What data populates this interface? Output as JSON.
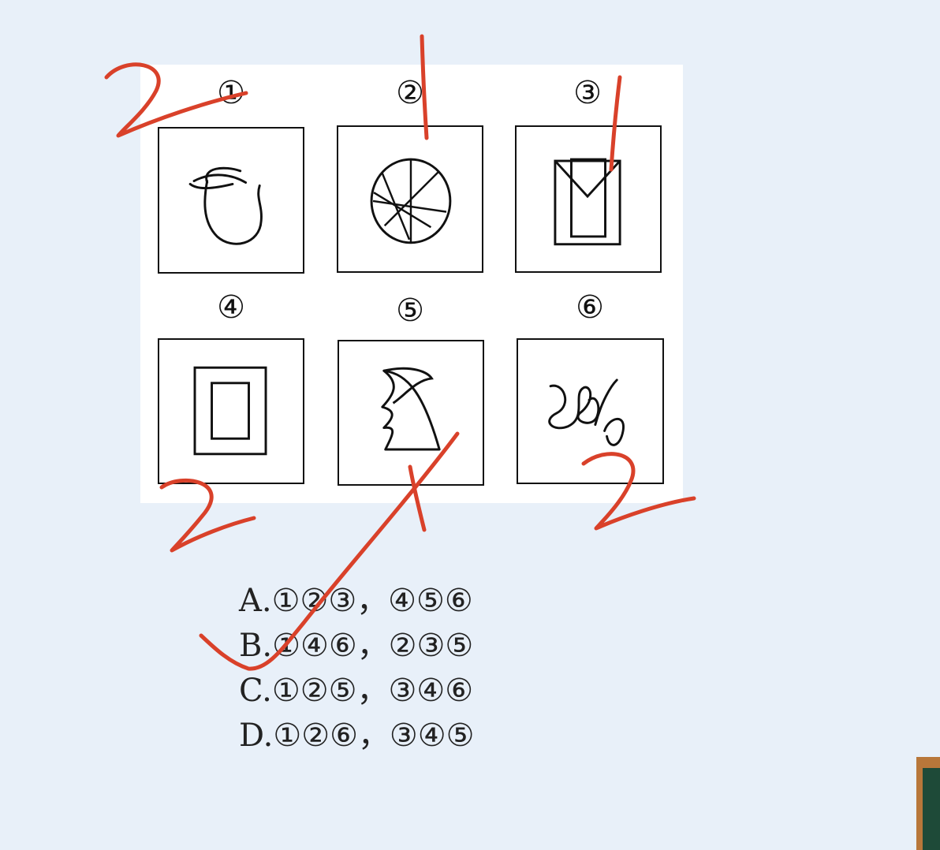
{
  "figures": [
    {
      "label": "①",
      "shape": "curly-loop"
    },
    {
      "label": "②",
      "shape": "circle-with-star"
    },
    {
      "label": "③",
      "shape": "nested-rect-with-v"
    },
    {
      "label": "④",
      "shape": "nested-rectangles"
    },
    {
      "label": "⑤",
      "shape": "crescent-figure"
    },
    {
      "label": "⑥",
      "shape": "scribble-loops"
    }
  ],
  "options": [
    {
      "text": "A.①②③，④⑤⑥"
    },
    {
      "text": "B.①④⑥，②③⑤"
    },
    {
      "text": "C.①②⑤，③④⑥"
    },
    {
      "text": "D.①②⑥，③④⑤"
    }
  ],
  "annotations": {
    "stroke_counts": [
      "2",
      "1",
      "1",
      "2",
      "1",
      "2"
    ],
    "ink_color": "#d9412a",
    "checkmark_on": "B"
  },
  "colors": {
    "background": "#e8f0f9",
    "card": "#ffffff",
    "line": "#111111"
  }
}
